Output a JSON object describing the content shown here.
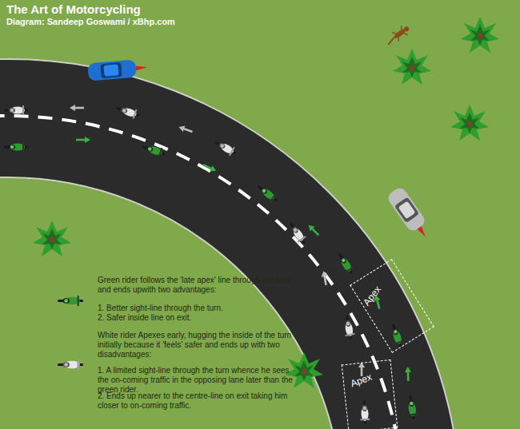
{
  "diagram": {
    "title": "The Art of Motorcycling",
    "nodes": [
      {
        "text": [
          "Apex"
        ]
      },
      {
        "text": [
          "Apex"
        ]
      }
    ],
    "labels": [
      "Diagram: Sandeep Goswami / xBhp.com",
      "Green rider follows the 'late apex' line through the turn and ends upwith two advantages:",
      "1. Better sight-line through the turn.",
      "2. Safer inside line on exit.",
      "White rider Apexes early, hugging the inside of the turn initially because it 'feels' safer and ends up with two disadvantages:",
      "1. A limited sight-line through the turn whence he sees the on-coming traffic in the opposing lane later than the green rider.",
      "2. Ends up nearer to the centre-line on exit taking him closer to on-coming traffic."
    ]
  }
}
